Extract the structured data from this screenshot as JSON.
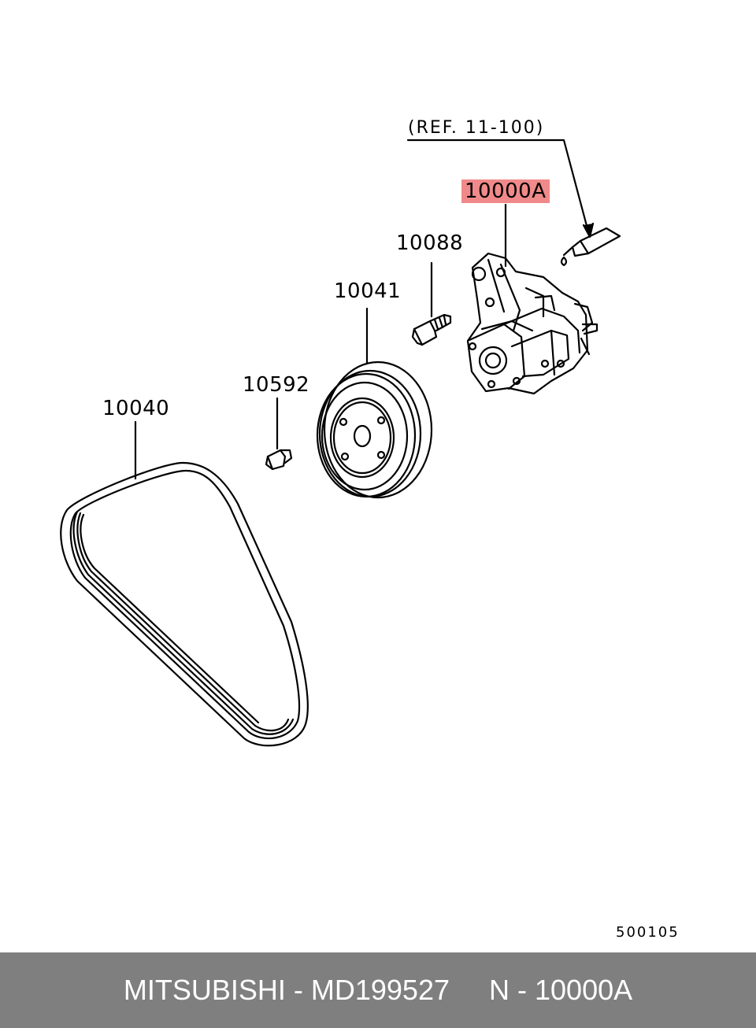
{
  "labels": {
    "ref": "(REF. 11-100)",
    "pump": "10000A",
    "bolt": "10088",
    "pulley": "10041",
    "nut": "10592",
    "belt": "10040"
  },
  "diagram_code": "500105",
  "footer": {
    "brand": "MITSUBISHI",
    "separator": " - ",
    "part_number": "MD199527",
    "gap": "     ",
    "ref_prefix": "N - ",
    "ref_number": "10000A"
  },
  "colors": {
    "highlight": "#f08a8a",
    "footer_bg": "#7f7f7f",
    "line": "#000000"
  }
}
